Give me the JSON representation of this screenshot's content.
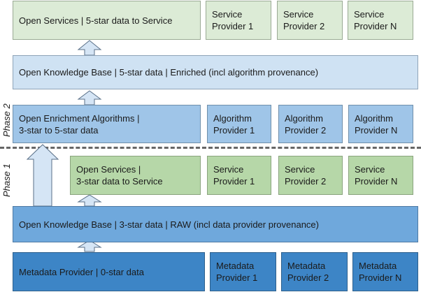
{
  "phases": {
    "phase2": "Phase 2",
    "phase1": "Phase 1"
  },
  "top_row": {
    "open_services": "Open Services | 5-star data to Service",
    "service_provider_1": "Service\nProvider 1",
    "service_provider_2": "Service\nProvider 2",
    "service_provider_n": "Service\nProvider N"
  },
  "okb_enriched": "Open Knowledge Base | 5-star data | Enriched (incl algorithm provenance)",
  "enrichment_row": {
    "algorithms": "Open Enrichment Algorithms |\n3-star to 5-star data",
    "algorithm_provider_1": "Algorithm\nProvider 1",
    "algorithm_provider_2": "Algorithm\nProvider 2",
    "algorithm_provider_n": "Algorithm\nProvider N"
  },
  "services_3star_row": {
    "open_services": "Open Services |\n3-star data to Service",
    "service_provider_1": "Service\nProvider 1",
    "service_provider_2": "Service\nProvider 2",
    "service_provider_n": "Service\nProvider N"
  },
  "okb_raw": "Open Knowledge Base | 3-star data | RAW (incl data provider provenance)",
  "metadata_row": {
    "metadata_provider": "Metadata Provider | 0-star data",
    "metadata_provider_1": "Metadata\nProvider 1",
    "metadata_provider_2": "Metadata\nProvider 2",
    "metadata_provider_n": "Metadata\nProvider N"
  },
  "colors": {
    "green_light": "#dcebd6",
    "green": "#b6d7a8",
    "blue_light": "#cfe2f3",
    "blue_mid": "#9fc5e8",
    "blue": "#6fa8dc",
    "blue_dark": "#3d85c6"
  }
}
